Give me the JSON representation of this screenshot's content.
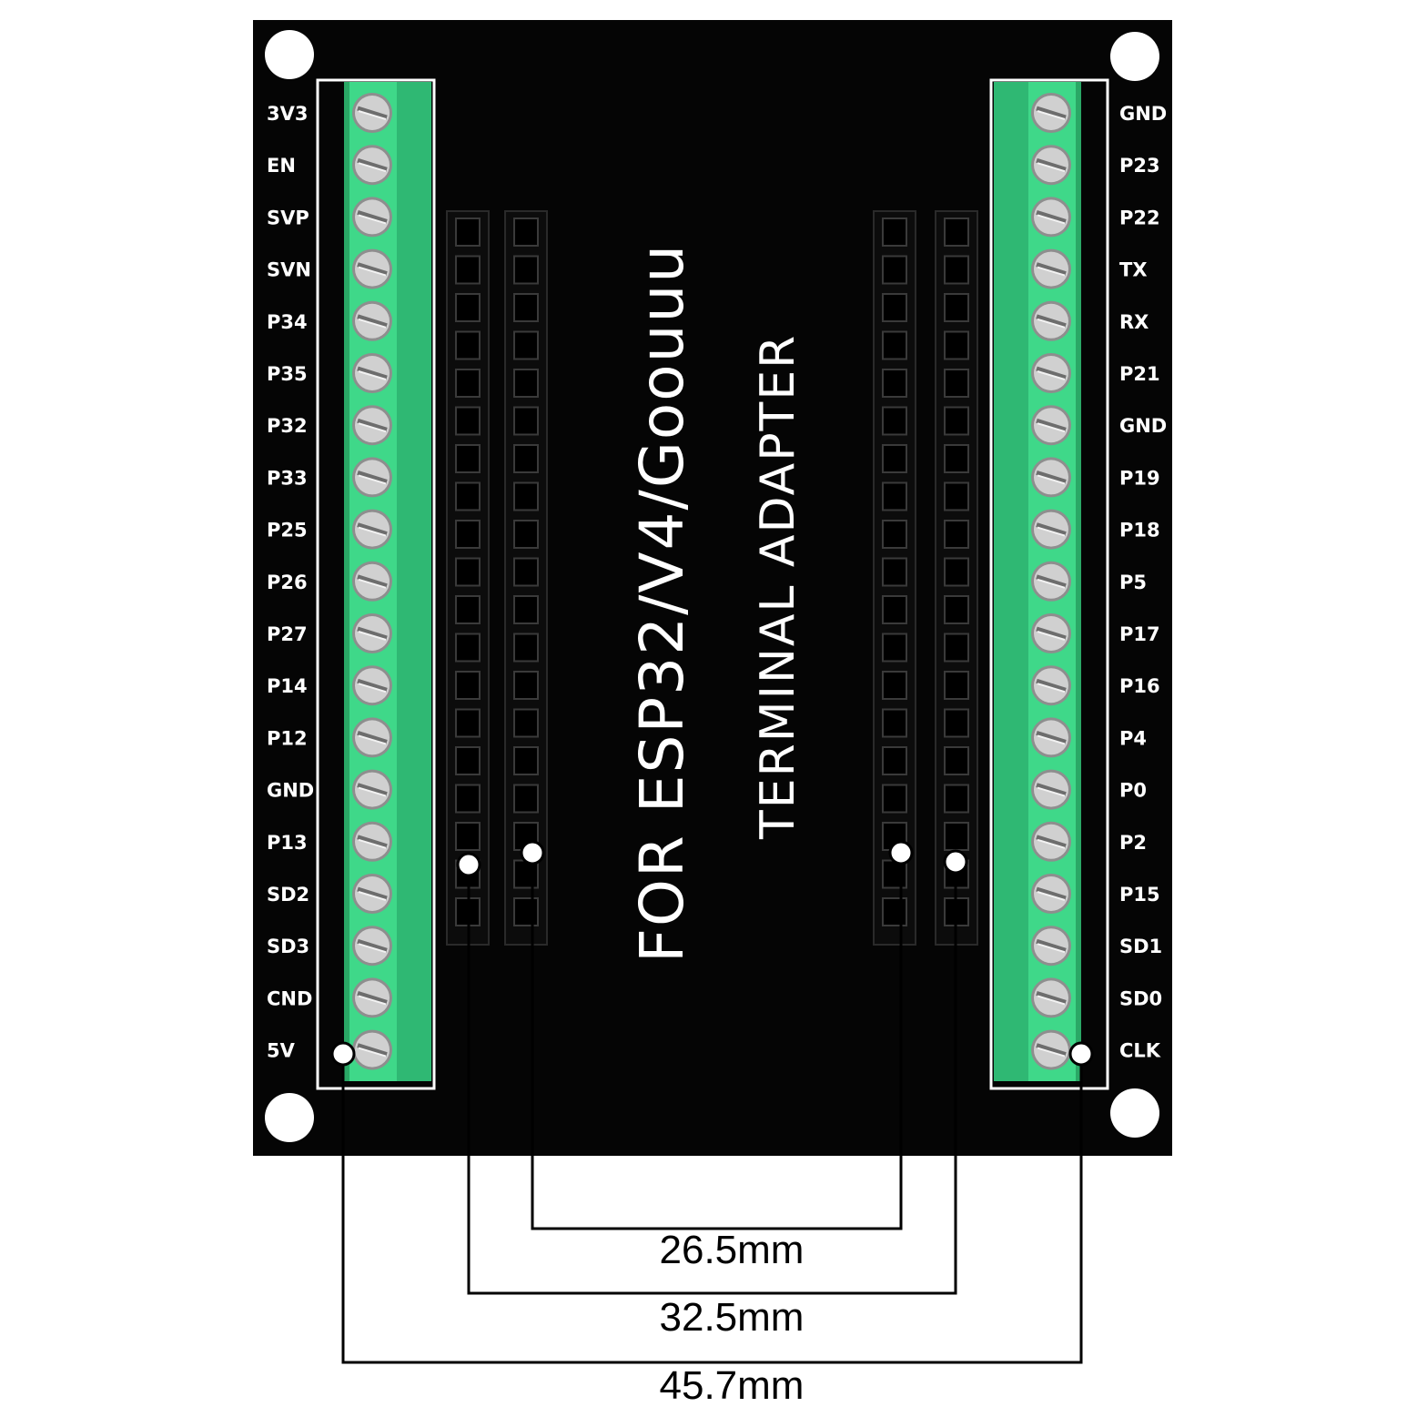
{
  "board": {
    "title_line1": "FOR ESP32/V4/Goouuu",
    "title_line2": "TERMINAL ADAPTER",
    "colors": {
      "pcb": "#050505",
      "terminal_block": "#3fd889",
      "terminal_block_dark": "#2aa866",
      "screw": "#c9c9c9",
      "silkscreen": "#ffffff"
    }
  },
  "pins": {
    "left": [
      "3V3",
      "EN",
      "SVP",
      "SVN",
      "P34",
      "P35",
      "P32",
      "P33",
      "P25",
      "P26",
      "P27",
      "P14",
      "P12",
      "GND",
      "P13",
      "SD2",
      "SD3",
      "CND",
      "5V"
    ],
    "right": [
      "GND",
      "P23",
      "P22",
      "TX",
      "RX",
      "P21",
      "GND",
      "P19",
      "P18",
      "P5",
      "P17",
      "P16",
      "P4",
      "P0",
      "P2",
      "P15",
      "SD1",
      "SD0",
      "CLK"
    ]
  },
  "dimensions": [
    {
      "label": "26.5mm"
    },
    {
      "label": "32.5mm"
    },
    {
      "label": "45.7mm"
    }
  ]
}
